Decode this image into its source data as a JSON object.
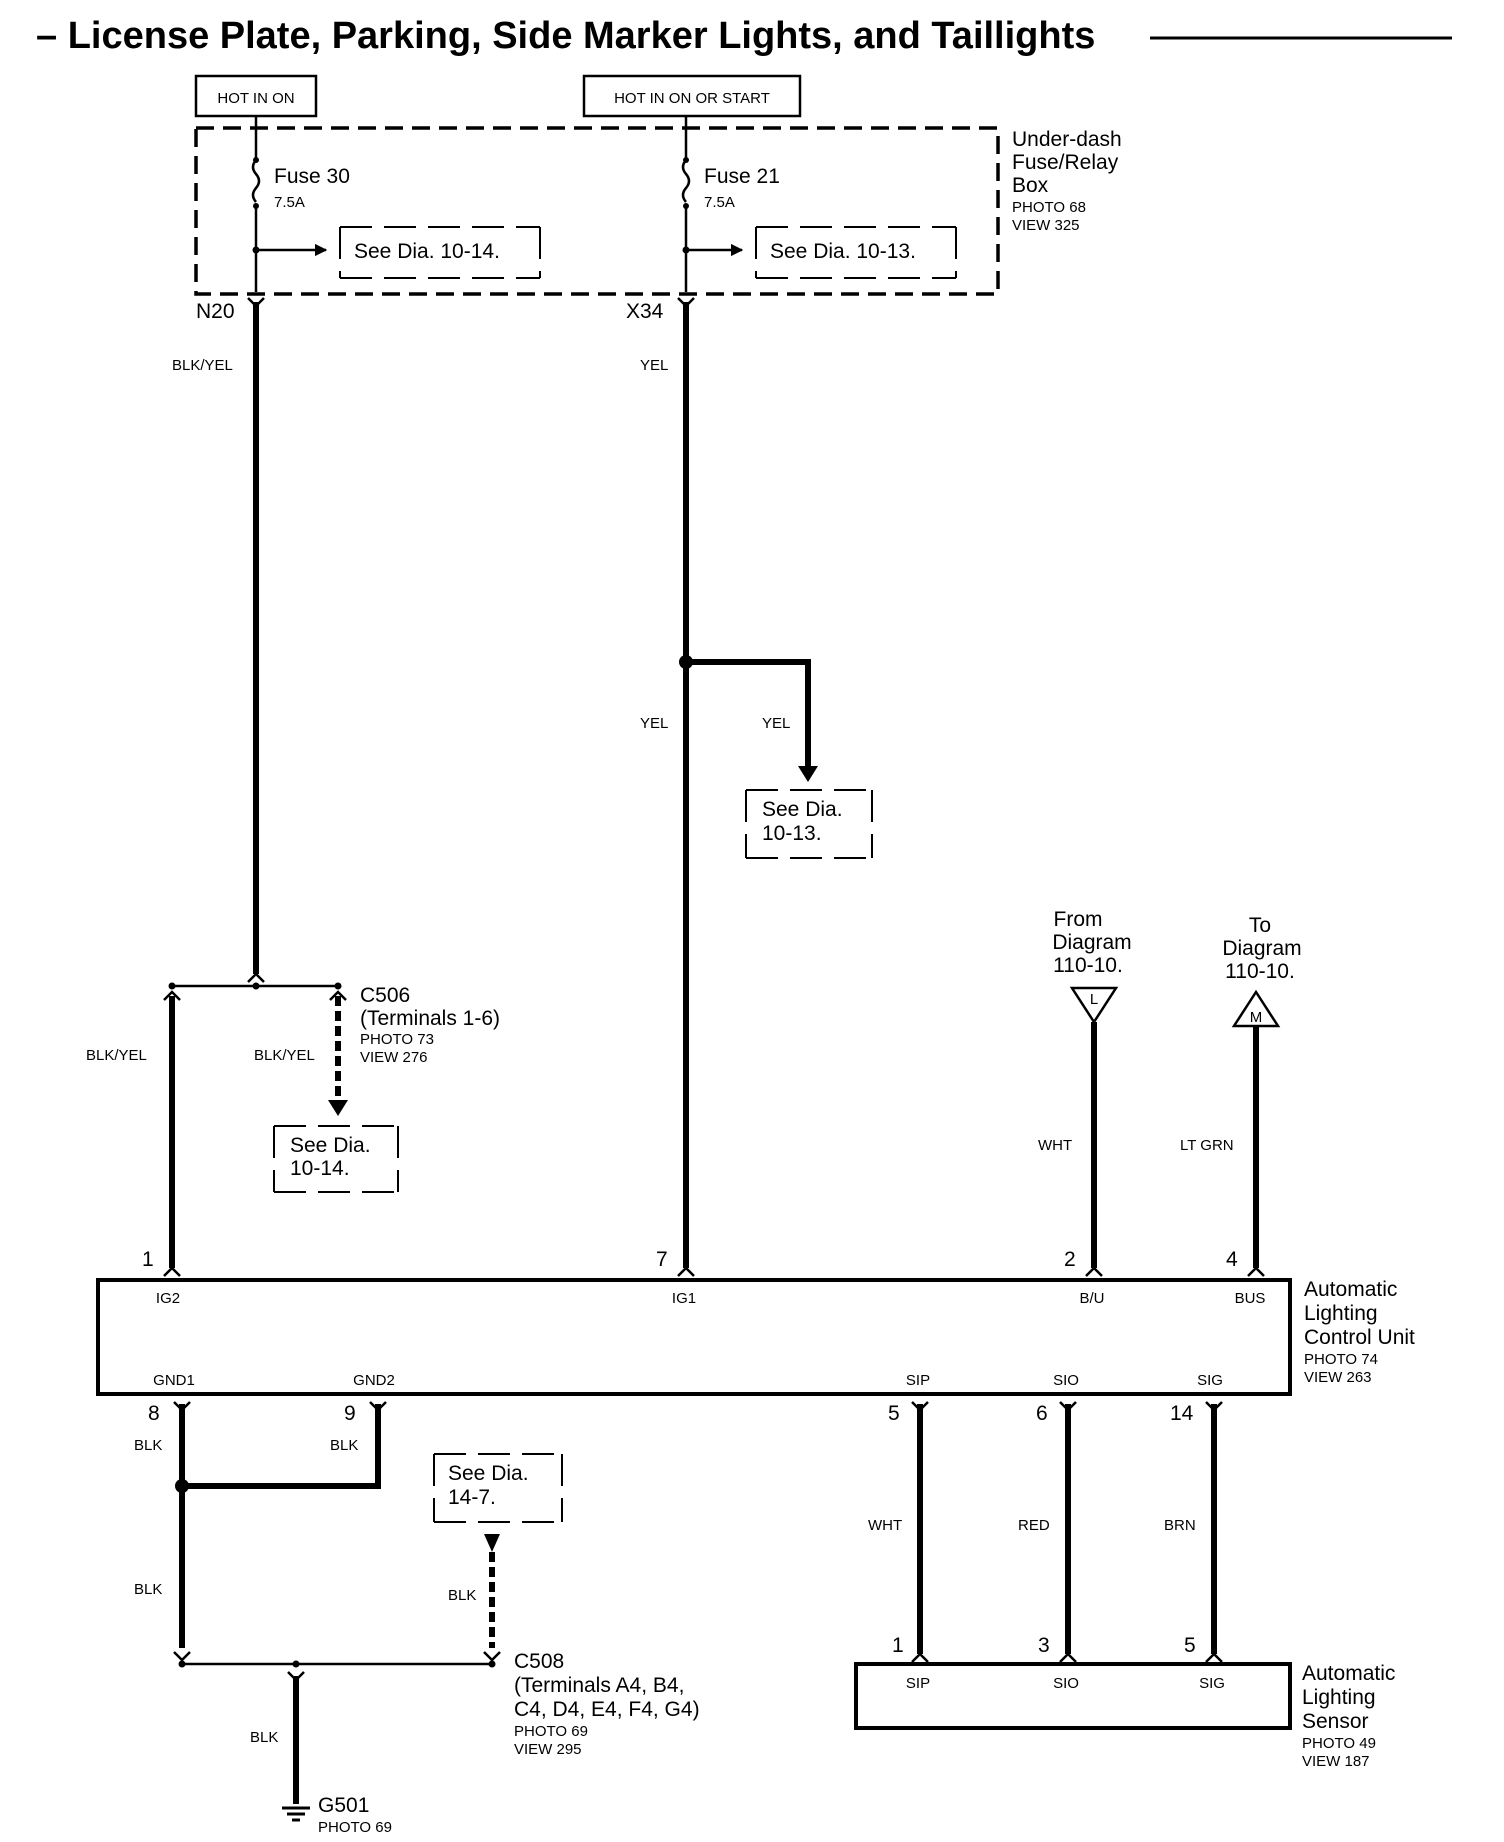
{
  "title": "– License Plate, Parking, Side Marker Lights, and Taillights",
  "power": {
    "hot_in_on": "HOT IN ON",
    "hot_in_on_or_start": "HOT IN ON OR START"
  },
  "fuse_box": {
    "name_line1": "Under-dash",
    "name_line2": "Fuse/Relay",
    "name_line3": "Box",
    "photo": "PHOTO 68",
    "view": "VIEW 325",
    "fuse30_name": "Fuse 30",
    "fuse30_rating": "7.5A",
    "fuse30_ref": "See Dia. 10-14.",
    "fuse21_name": "Fuse 21",
    "fuse21_rating": "7.5A",
    "fuse21_ref": "See Dia. 10-13.",
    "term_n20": "N20",
    "term_x34": "X34"
  },
  "wires": {
    "n20_wire": "BLK/YEL",
    "x34_wire": "YEL",
    "yel_lower": "YEL",
    "yel_branch": "YEL",
    "c506_left": "BLK/YEL",
    "c506_mid": "BLK/YEL",
    "bu_wire": "WHT",
    "bus_wire": "LT GRN",
    "gnd1_wire": "BLK",
    "gnd2_wire": "BLK",
    "gnd_lower": "BLK",
    "c508_wire": "BLK",
    "g501_wire": "BLK",
    "sip_wire": "WHT",
    "sio_wire": "RED",
    "sig_wire": "BRN"
  },
  "refs": {
    "yel_ref_line1": "See Dia.",
    "yel_ref_line2": "10-13.",
    "c506_ref_line1": "See Dia.",
    "c506_ref_line2": "10-14.",
    "c508_ref_line1": "See Dia.",
    "c508_ref_line2": "14-7."
  },
  "c506": {
    "name": "C506",
    "terminals": "(Terminals 1-6)",
    "photo": "PHOTO 73",
    "view": "VIEW 276"
  },
  "from_diagram": {
    "line1": "From",
    "line2": "Diagram",
    "line3": "110-10.",
    "marker": "L"
  },
  "to_diagram": {
    "line1": "To",
    "line2": "Diagram",
    "line3": "110-10.",
    "marker": "M"
  },
  "control_unit": {
    "name_line1": "Automatic",
    "name_line2": "Lighting",
    "name_line3": "Control Unit",
    "photo": "PHOTO 74",
    "view": "VIEW 263",
    "pin1": "1",
    "pin1_label": "IG2",
    "pin7": "7",
    "pin7_label": "IG1",
    "pin2": "2",
    "pin2_label": "B/U",
    "pin4": "4",
    "pin4_label": "BUS",
    "pin8": "8",
    "pin8_label": "GND1",
    "pin9": "9",
    "pin9_label": "GND2",
    "pin5": "5",
    "pin5_label": "SIP",
    "pin6": "6",
    "pin6_label": "SIO",
    "pin14": "14",
    "pin14_label": "SIG"
  },
  "c508": {
    "name": "C508",
    "terminals_line1": "(Terminals A4, B4,",
    "terminals_line2": "C4, D4, E4, F4, G4)",
    "photo": "PHOTO 69",
    "view": "VIEW 295"
  },
  "ground": {
    "name": "G501",
    "photo": "PHOTO 69"
  },
  "sensor": {
    "name_line1": "Automatic",
    "name_line2": "Lighting",
    "name_line3": "Sensor",
    "photo": "PHOTO 49",
    "view": "VIEW 187",
    "pin1": "1",
    "pin1_label": "SIP",
    "pin3": "3",
    "pin3_label": "SIO",
    "pin5": "5",
    "pin5_label": "SIG"
  }
}
